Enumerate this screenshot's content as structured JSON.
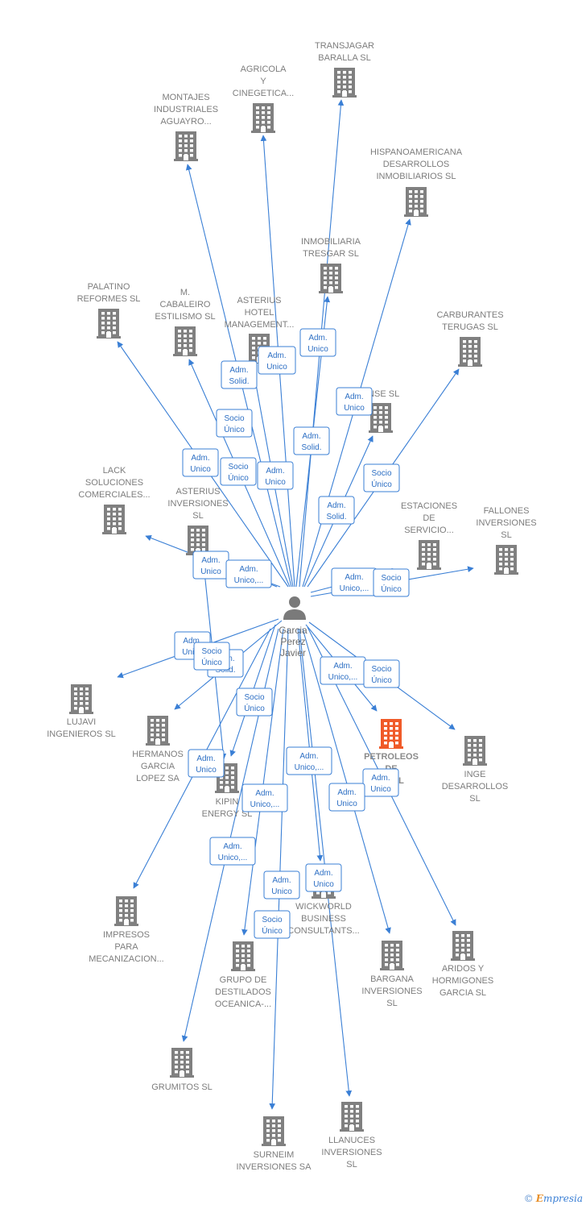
{
  "person": {
    "name_lines": [
      "Garcia",
      "Perez",
      "Javier"
    ]
  },
  "companies": [
    {
      "id": "transjagar",
      "lines": [
        "TRANSJAGAR",
        "BARALLA SL"
      ]
    },
    {
      "id": "agricola",
      "lines": [
        "AGRICOLA",
        "Y",
        "CINEGETICA..."
      ]
    },
    {
      "id": "montajes",
      "lines": [
        "MONTAJES",
        "INDUSTRIALES",
        "AGUAYRO..."
      ]
    },
    {
      "id": "hispano",
      "lines": [
        "HISPANOAMERICANA",
        "DESARROLLOS",
        "INMOBILIARIOS SL"
      ]
    },
    {
      "id": "tresgar",
      "lines": [
        "INMOBILIARIA",
        "TRESGAR SL"
      ]
    },
    {
      "id": "palatino",
      "lines": [
        "PALATINO",
        "REFORMES  SL"
      ]
    },
    {
      "id": "cabaleiro",
      "lines": [
        "M.",
        "CABALEIRO",
        "ESTILISMO  SL"
      ]
    },
    {
      "id": "asterius_hotel",
      "lines": [
        "ASTERIUS",
        "HOTEL",
        "MANAGEMENT..."
      ]
    },
    {
      "id": "carburantes",
      "lines": [
        "CARBURANTES",
        "TERUGAS  SL"
      ]
    },
    {
      "id": "anse",
      "lines": [
        "ANSE SL"
      ]
    },
    {
      "id": "lack",
      "lines": [
        "LACK",
        "SOLUCIONES",
        "COMERCIALES..."
      ]
    },
    {
      "id": "asterius_inv",
      "lines": [
        "ASTERIUS",
        "INVERSIONES",
        "SL"
      ]
    },
    {
      "id": "estaciones",
      "lines": [
        "ESTACIONES",
        "DE",
        "SERVICIO..."
      ]
    },
    {
      "id": "fallones",
      "lines": [
        "FALLONES",
        "INVERSIONES",
        "SL"
      ]
    },
    {
      "id": "lujavi",
      "lines": [
        "LUJAVI",
        "INGENIEROS SL"
      ]
    },
    {
      "id": "hermanos",
      "lines": [
        "HERMANOS",
        "GARCIA",
        "LOPEZ SA"
      ]
    },
    {
      "id": "petroleos",
      "lines": [
        "PETROLEOS",
        "DE",
        "T...   SL"
      ],
      "focus": true
    },
    {
      "id": "inge",
      "lines": [
        "INGE",
        "DESARROLLOS",
        "SL"
      ]
    },
    {
      "id": "kipin",
      "lines": [
        "KIPIN",
        "ENERGY  SL"
      ]
    },
    {
      "id": "impresos",
      "lines": [
        "IMPRESOS",
        "PARA",
        "MECANIZACION..."
      ]
    },
    {
      "id": "wickworld",
      "lines": [
        "WICKWORLD",
        "BUSINESS",
        "CONSULTANTS..."
      ]
    },
    {
      "id": "grupo",
      "lines": [
        "GRUPO DE",
        "DESTILADOS",
        "OCEANICA-..."
      ]
    },
    {
      "id": "bargana",
      "lines": [
        "BARGANA",
        "INVERSIONES",
        "SL"
      ]
    },
    {
      "id": "aridos",
      "lines": [
        "ARIDOS Y",
        "HORMIGONES",
        "GARCIA SL"
      ]
    },
    {
      "id": "grumitos",
      "lines": [
        "GRUMITOS  SL"
      ]
    },
    {
      "id": "surneim",
      "lines": [
        "SURNEIM",
        "INVERSIONES SA"
      ]
    },
    {
      "id": "llanuces",
      "lines": [
        "LLANUCES",
        "INVERSIONES",
        "SL"
      ]
    }
  ],
  "relations": [
    {
      "lines": [
        "Adm.",
        "Unico"
      ]
    },
    {
      "lines": [
        "Adm.",
        "Solid."
      ]
    },
    {
      "lines": [
        "Adm.",
        "Unico"
      ]
    },
    {
      "lines": [
        "Adm.",
        "Unico"
      ]
    },
    {
      "lines": [
        "Socio",
        "Único"
      ]
    },
    {
      "lines": [
        "Adm.",
        "Solid."
      ]
    },
    {
      "lines": [
        "Adm.",
        "Unico"
      ]
    },
    {
      "lines": [
        "Socio",
        "Único"
      ]
    },
    {
      "lines": [
        "Adm.",
        "Unico"
      ]
    },
    {
      "lines": [
        "Socio",
        "Único"
      ]
    },
    {
      "lines": [
        "Adm.",
        "Solid."
      ]
    },
    {
      "lines": [
        "Adm.",
        "Unico"
      ]
    },
    {
      "lines": [
        "Adm.",
        "Unico,..."
      ]
    },
    {
      "lines": [
        "Adm.",
        "Unico,..."
      ]
    },
    {
      "lines": [
        "Socio",
        "Único"
      ]
    },
    {
      "lines": [
        "Adm.",
        "Unico"
      ]
    },
    {
      "lines": [
        "Adm.",
        "Solid."
      ]
    },
    {
      "lines": [
        "Socio",
        "Único"
      ]
    },
    {
      "lines": [
        "Adm.",
        "Unico,..."
      ]
    },
    {
      "lines": [
        "Socio",
        "Único"
      ]
    },
    {
      "lines": [
        "Socio",
        "Único"
      ]
    },
    {
      "lines": [
        "Adm.",
        "Unico"
      ]
    },
    {
      "lines": [
        "Adm.",
        "Unico,..."
      ]
    },
    {
      "lines": [
        "Adm.",
        "Unico"
      ]
    },
    {
      "lines": [
        "Adm.",
        "Unico,..."
      ]
    },
    {
      "lines": [
        "Adm.",
        "Unico"
      ]
    },
    {
      "lines": [
        "Adm.",
        "Unico,..."
      ]
    },
    {
      "lines": [
        "Adm.",
        "Unico"
      ]
    },
    {
      "lines": [
        "Adm.",
        "Unico"
      ]
    },
    {
      "lines": [
        "Socio",
        "Único"
      ]
    }
  ],
  "footer": {
    "copyright_symbol": "©",
    "brand_initial": "E",
    "brand_rest": "mpresia"
  },
  "colors": {
    "edge": "#3a7fd5",
    "building": "#808080",
    "focus_building": "#f05a28",
    "person": "#7a7a7a"
  }
}
